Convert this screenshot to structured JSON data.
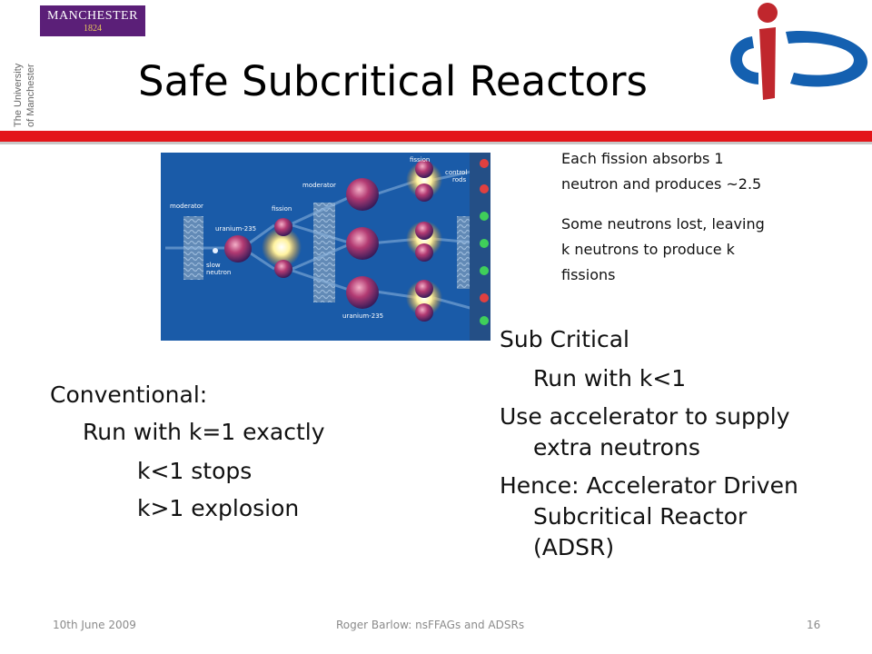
{
  "logos": {
    "manchester_name": "MANCHESTER",
    "manchester_year": "1824",
    "university_vertical_line1": "The University",
    "university_vertical_line2": "of Manchester"
  },
  "title": "Safe Subcritical Reactors",
  "diagram": {
    "labels": {
      "moderator_left": "moderator",
      "uranium_top": "uranium-235",
      "slow_neutron_1": "slow",
      "slow_neutron_2": "neutron",
      "fission_mid": "fission",
      "moderator_mid": "moderator",
      "fission_top": "fission",
      "control_rods_1": "control",
      "control_rods_2": "rods",
      "uranium_bottom": "uranium-235"
    }
  },
  "notes": {
    "note1_line1": "Each fission absorbs 1",
    "note1_line2": "neutron and produces ~2.5",
    "note2_line1": "Some neutrons lost, leaving",
    "note2_line2": "k neutrons to produce k",
    "note2_line3": "fissions"
  },
  "left_text": {
    "heading": "Conventional:",
    "line1": "Run with k=1 exactly",
    "line2": "k<1 stops",
    "line3": "k>1 explosion"
  },
  "right_text": {
    "heading": "Sub Critical",
    "line1": "Run with k<1",
    "line2a": "Use accelerator to supply",
    "line2b": "extra neutrons",
    "line3a": "Hence: Accelerator Driven",
    "line3b": "Subcritical Reactor",
    "line3c": "(ADSR)"
  },
  "footer": {
    "date": "10th June 2009",
    "center": "Roger Barlow: nsFFAGs and ADSRs",
    "page": "16"
  },
  "colors": {
    "red_bar": "#e3151a",
    "manchester_purple": "#5b1f78",
    "io_blue": "#1460b0",
    "io_red": "#c0272d"
  }
}
